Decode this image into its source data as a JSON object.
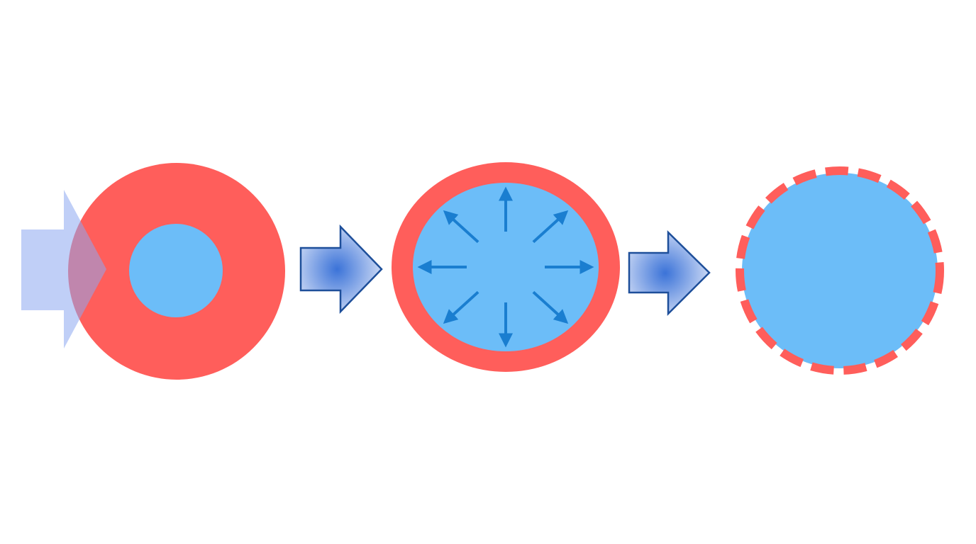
{
  "diagram": {
    "stages": [
      {
        "id": "stage-1",
        "label": "",
        "shape": "thick-ring-cell"
      },
      {
        "id": "stage-2",
        "label": "",
        "shape": "expanding-cell"
      },
      {
        "id": "stage-3",
        "label": "",
        "shape": "ruptured-cell"
      }
    ],
    "connectors": [
      {
        "from": "stage-1",
        "to": "stage-2",
        "icon": "arrow-right-icon"
      },
      {
        "from": "stage-2",
        "to": "stage-3",
        "icon": "arrow-right-icon"
      }
    ],
    "input_arrow": {
      "icon": "incoming-arrow-icon"
    },
    "expansion_arrow_count": 8,
    "colors": {
      "membrane": "#FF5E5B",
      "interior": "#6CBDF8",
      "expansion_arrows": "#1A7ED0",
      "connector_outline": "#1E4F9A",
      "connector_fill_center": "#3B73D8",
      "connector_fill_edge": "#D7E1F7",
      "input_arrow": "#8CA8F0",
      "background": "#FFFFFF"
    }
  }
}
